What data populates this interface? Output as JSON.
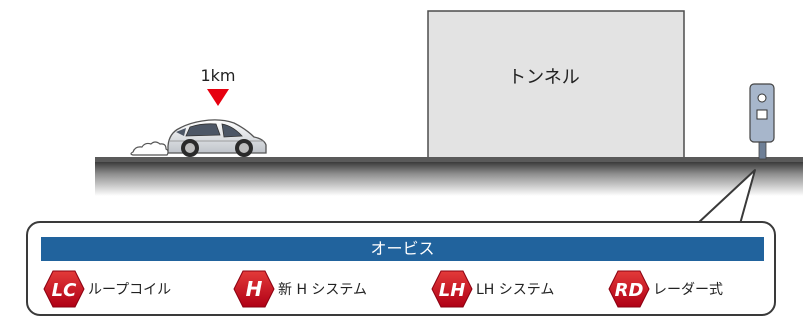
{
  "distance_marker": {
    "label": "1km"
  },
  "tunnel": {
    "label": "トンネル"
  },
  "legend": {
    "title": "オービス",
    "items": [
      {
        "code": "LC",
        "label": "ループコイル"
      },
      {
        "code": "H",
        "label": "新 H システム"
      },
      {
        "code": "LH",
        "label": "LH システム"
      },
      {
        "code": "RD",
        "label": "レーダー式"
      }
    ]
  },
  "colors": {
    "road": "#4a4a4a",
    "tunnel_fill": "#e3e3e3",
    "marker_red": "#e6000f",
    "camera_blue": "#a7b6cb",
    "legend_header": "#21639d",
    "badge_red": "#c8102e"
  }
}
